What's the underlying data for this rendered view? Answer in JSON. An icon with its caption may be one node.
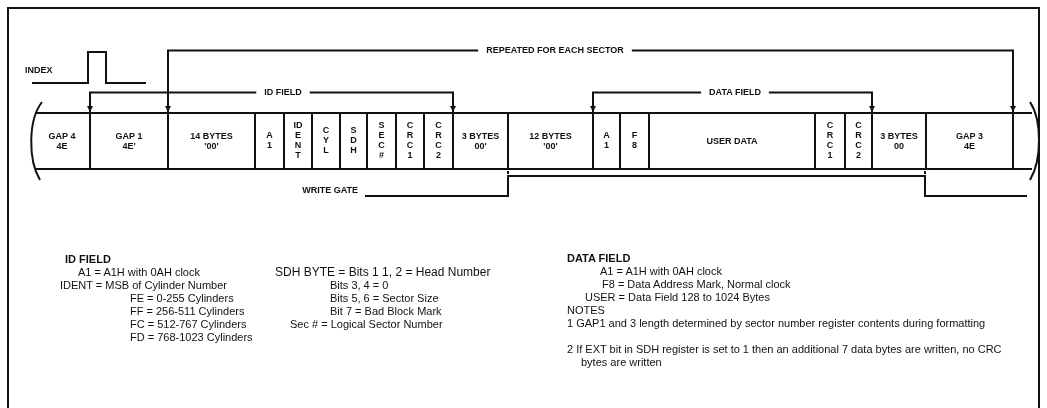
{
  "diagram": {
    "nodes": [
      {
        "text": [
          "REPEATED FOR EACH SECTOR"
        ]
      },
      {
        "text": [
          "ID FIELD"
        ]
      },
      {
        "text": [
          "DATA FIELD"
        ]
      },
      {
        "text": [
          "GAP 4",
          "4E"
        ]
      },
      {
        "text": [
          "GAP 1",
          "4E'"
        ]
      },
      {
        "text": [
          "14 BYTES",
          "'00'"
        ]
      },
      {
        "text": [
          "A1"
        ]
      },
      {
        "text": [
          "IDENT"
        ]
      },
      {
        "text": [
          "CYL"
        ]
      },
      {
        "text": [
          "SDH"
        ]
      },
      {
        "text": [
          "SEC#"
        ]
      },
      {
        "text": [
          "CRC1"
        ]
      },
      {
        "text": [
          "CRC2"
        ]
      },
      {
        "text": [
          "3 BYTES",
          "00'"
        ]
      },
      {
        "text": [
          "12 BYTES",
          "'00'"
        ]
      },
      {
        "text": [
          "A1"
        ]
      },
      {
        "text": [
          "F8"
        ]
      },
      {
        "text": [
          "USER DATA"
        ]
      },
      {
        "text": [
          "CRC1"
        ]
      },
      {
        "text": [
          "CRC2"
        ]
      },
      {
        "text": [
          "3 BYTES",
          "00"
        ]
      },
      {
        "text": [
          "GAP 3",
          "4E"
        ]
      },
      {
        "text": [],
        "shape": "box"
      }
    ],
    "edges": [
      {
        "from": 0,
        "to": 4,
        "arrow": "to"
      },
      {
        "from": 0,
        "to": 22,
        "arrow": "to"
      },
      {
        "from": 1,
        "to": 3,
        "arrow": "to"
      },
      {
        "from": 1,
        "to": 12,
        "arrow": "to"
      },
      {
        "from": 2,
        "to": 15,
        "arrow": "to"
      },
      {
        "from": 2,
        "to": 19,
        "arrow": "to"
      }
    ],
    "labels": [
      "INDEX",
      "WRITE GATE",
      "ID FIELD",
      "A1 = A1H with 0AH clock",
      "IDENT = MSB of Cylinder Number",
      "FE = 0-255 Cylinders",
      "FF = 256-511 Cylinders",
      "FC = 512-767 Cylinders",
      "FD = 768-1023 Cylinders",
      "SDH BYTE = Bits 1 1, 2 = Head Number",
      "Bits 3, 4 = 0",
      "Bits 5, 6 = Sector Size",
      "Bit 7 = Bad Block Mark",
      "Sec # = Logical Sector Number",
      "DATA FIELD",
      "A1 = A1H with 0AH clock",
      "F8 = Data Address Mark, Normal clock",
      "USER = Data Field 128 to 1024 Bytes",
      "NOTES",
      "1 GAP1 and 3 length determined by sector number register contents during formatting",
      "2 If EXT bit in SDH register is set to 1 then an additional 7 data bytes are written, no CRC bytes are written"
    ]
  }
}
